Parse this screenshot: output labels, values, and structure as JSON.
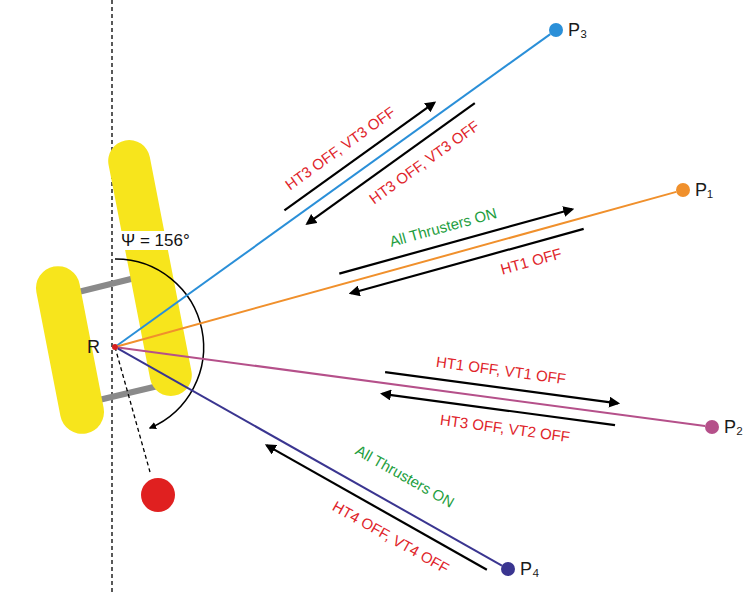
{
  "diagram": {
    "nodes": [
      {
        "text": [
          "R"
        ]
      },
      {
        "text": [
          "P₃"
        ]
      },
      {
        "text": [
          "P₁"
        ]
      },
      {
        "text": [
          "P₂"
        ]
      },
      {
        "text": [
          "P₄"
        ]
      }
    ],
    "edges": [
      {
        "from": 0,
        "to": 1,
        "arrow": "none"
      },
      {
        "from": 0,
        "to": 2,
        "arrow": "none"
      },
      {
        "from": 0,
        "to": 3,
        "arrow": "none"
      },
      {
        "from": 0,
        "to": 4,
        "arrow": "none"
      }
    ],
    "labels": [
      "Ψ = 156°",
      "HT3 OFF, VT3 OFF",
      "HT3 OFF, VT3 OFF",
      "All Thrusters ON",
      "HT1 OFF",
      "HT1 OFF, VT1 OFF",
      "HT3 OFF, VT2 OFF",
      "All Thrusters ON",
      "HT4 OFF, VT4 OFF"
    ]
  }
}
